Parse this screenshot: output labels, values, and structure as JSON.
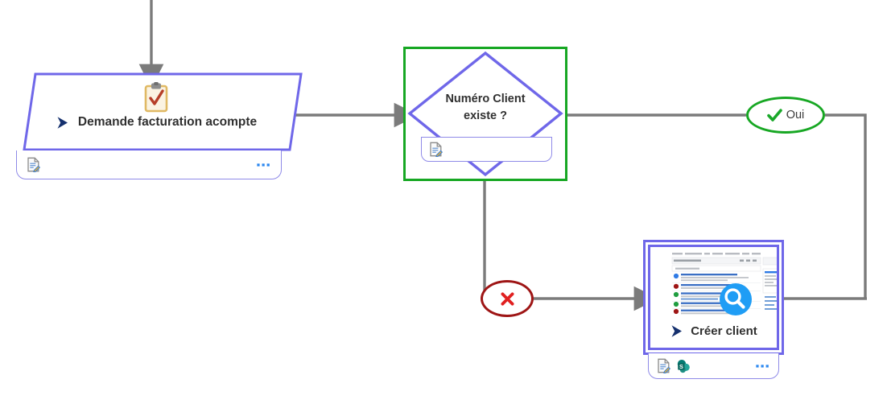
{
  "diagram": {
    "type": "flowchart",
    "title": "Demande facturation acompte process",
    "colors": {
      "node_border": "#6f67e9",
      "selection_green": "#17a723",
      "connector_gray": "#7b7b7b",
      "badge_red": "#9e1515",
      "x_red": "#e02020",
      "title_text": "#303030",
      "dots_blue": "#2b88f0",
      "sharepoint_teal": "#1a9b8a"
    },
    "nodes": [
      {
        "id": "demande-facturation-acompte",
        "shape": "parallelogram",
        "title": "Demande facturation acompte",
        "play_icon": "play-triangle-icon",
        "body_icon": "clipboard-check-icon",
        "footer_icons": [
          "document-edit-icon"
        ],
        "overflow": "▪▪▪",
        "selected": false
      },
      {
        "id": "numero-client-existe",
        "shape": "diamond",
        "title_line_1": "Numéro Client",
        "title_line_2": "existe ?",
        "footer_icons": [
          "document-edit-icon"
        ],
        "selected": true,
        "selection_color": "#17a723"
      },
      {
        "id": "creer-client",
        "shape": "screenshot-card",
        "title": "Créer client",
        "play_icon": "play-triangle-icon",
        "thumbnail_icon": "magnifier-icon",
        "thumbnail_alt": "application screenshot thumbnail",
        "footer_icons": [
          "document-edit-icon",
          "sharepoint-icon"
        ],
        "overflow": "▪▪▪",
        "selected": true,
        "selection_color": "#6f67e9"
      }
    ],
    "branches": [
      {
        "id": "branch-oui",
        "label": "Oui",
        "icon": "check-icon",
        "icon_color": "#17a723",
        "outline_color": "#17a723",
        "from": "numero-client-existe",
        "direction": "right"
      },
      {
        "id": "branch-non",
        "label": "",
        "icon": "x-icon",
        "icon_color": "#e02020",
        "outline_color": "#9e1515",
        "from": "numero-client-existe",
        "direction": "down"
      }
    ],
    "connectors": [
      {
        "id": "entry-to-demande",
        "from": "top-of-canvas",
        "to": "demande-facturation-acompte",
        "arrow": true
      },
      {
        "id": "demande-to-decision",
        "from": "demande-facturation-acompte",
        "to": "numero-client-existe",
        "arrow": true
      },
      {
        "id": "decision-to-oui",
        "from": "numero-client-existe",
        "to": "branch-oui",
        "arrow": false
      },
      {
        "id": "oui-to-rail",
        "from": "branch-oui",
        "to": "right-rail",
        "arrow": false
      },
      {
        "id": "decision-to-non",
        "from": "numero-client-existe",
        "to": "branch-non",
        "arrow": false
      },
      {
        "id": "non-to-creer",
        "from": "branch-non",
        "to": "creer-client",
        "arrow": true
      },
      {
        "id": "creer-to-rail",
        "from": "creer-client",
        "to": "right-rail",
        "arrow": false
      }
    ]
  }
}
